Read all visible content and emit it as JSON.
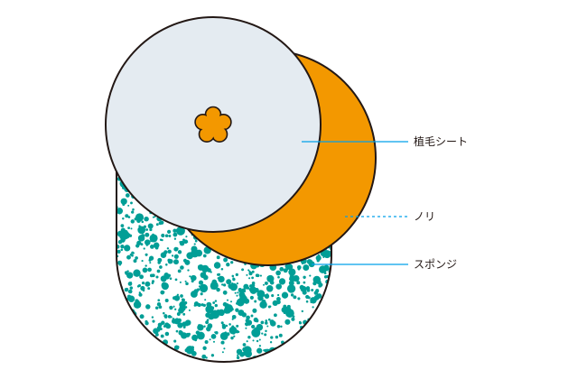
{
  "labels": {
    "sheet": "植毛シート",
    "glue": "ノリ",
    "sponge": "スポンジ"
  },
  "colors": {
    "sheet_fill": "#e4ebf1",
    "glue_fill": "#f39800",
    "sponge_dots": "#009e96",
    "outline": "#231815",
    "leader_line": "#00a0e9",
    "background": "#ffffff"
  },
  "icons": {
    "center_mark": "flower-icon"
  }
}
